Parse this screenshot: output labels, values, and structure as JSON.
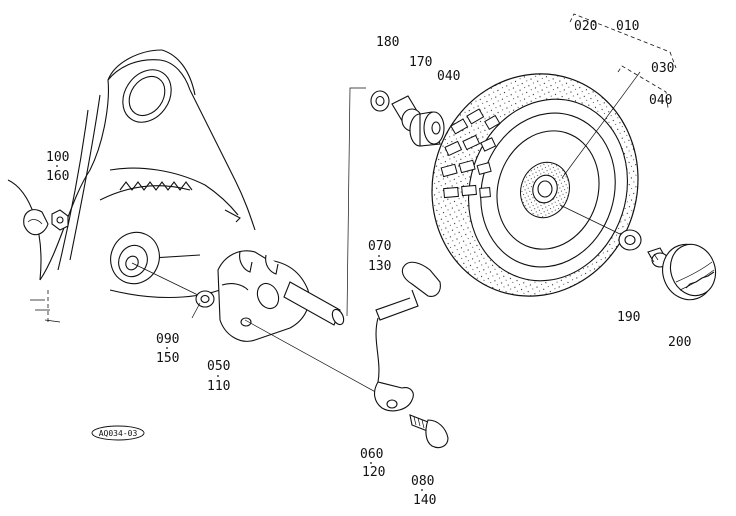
{
  "diagram": {
    "callouts": {
      "c010": "010",
      "c020": "020",
      "c030": "030",
      "c040a": "040",
      "c040b": "040",
      "c050": "050",
      "c060": "060",
      "c070": "070",
      "c080": "080",
      "c090": "090",
      "c100": "100",
      "c110": "110",
      "c120": "120",
      "c130": "130",
      "c140": "140",
      "c150": "150",
      "c160": "160",
      "c170": "170",
      "c180": "180",
      "c190": "190",
      "c200": "200"
    },
    "figure_code": "AQ034-03"
  },
  "colors": {
    "ink": "#111111",
    "paper": "#ffffff"
  }
}
